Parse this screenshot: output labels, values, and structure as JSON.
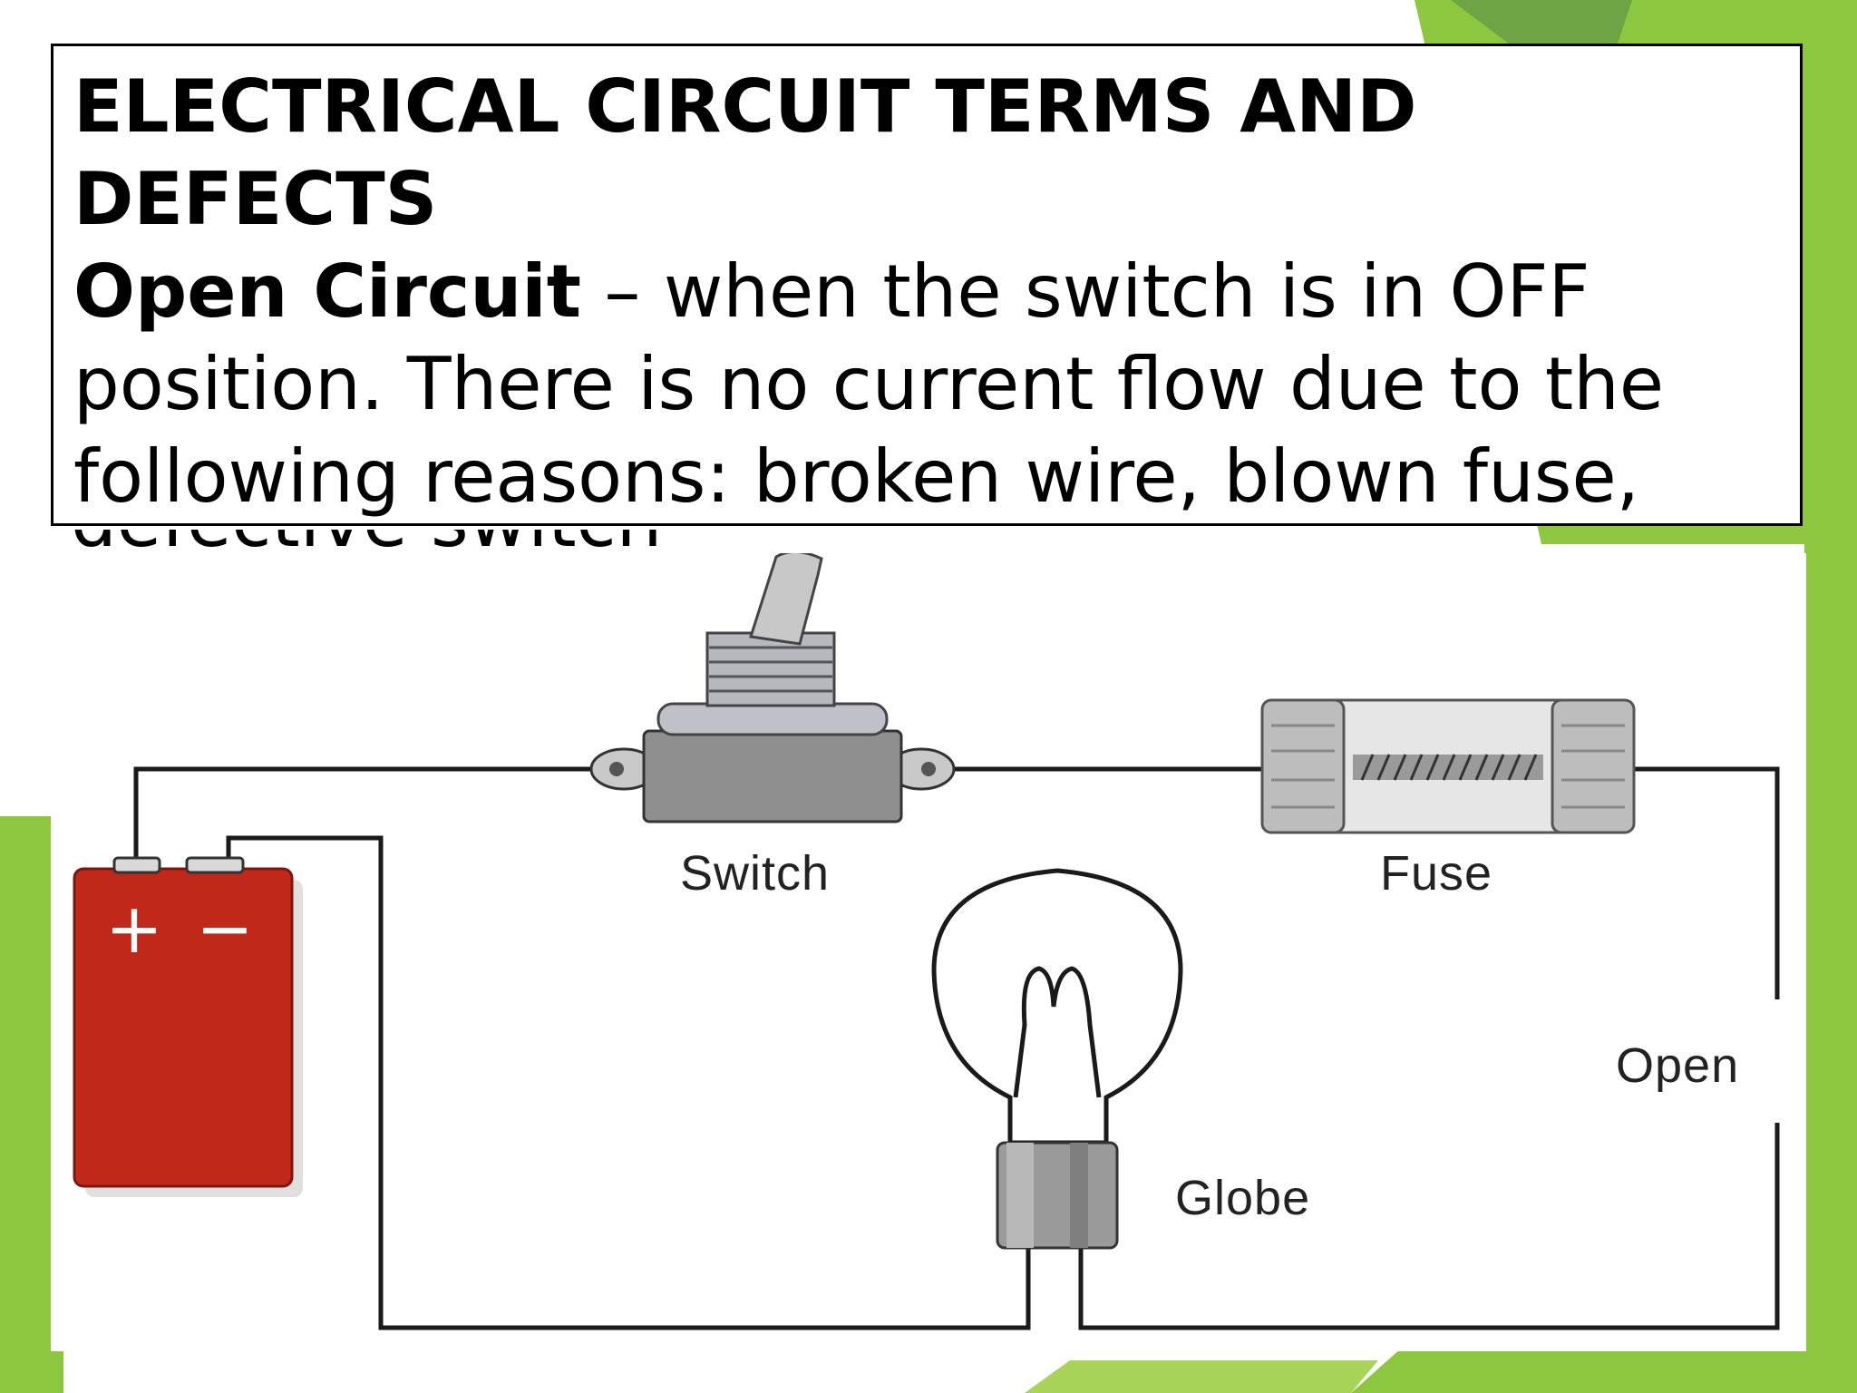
{
  "slide": {
    "title": "ELECTRICAL CIRCUIT TERMS AND DEFECTS",
    "term": "Open Circuit",
    "definition": " – when the switch is in OFF position. There is no current flow due to the following reasons: broken wire, blown fuse,",
    "overflow_text": "defective switch"
  },
  "diagram": {
    "labels": {
      "switch": "Switch",
      "fuse": "Fuse",
      "globe": "Globe",
      "open": "Open"
    },
    "battery_symbols": {
      "positive": "+",
      "negative": "−"
    }
  },
  "colors": {
    "accent_green": "#8dc63f",
    "dark_green": "#5e9a2a",
    "battery_red": "#c0281a",
    "wire": "#1a1a1a"
  }
}
